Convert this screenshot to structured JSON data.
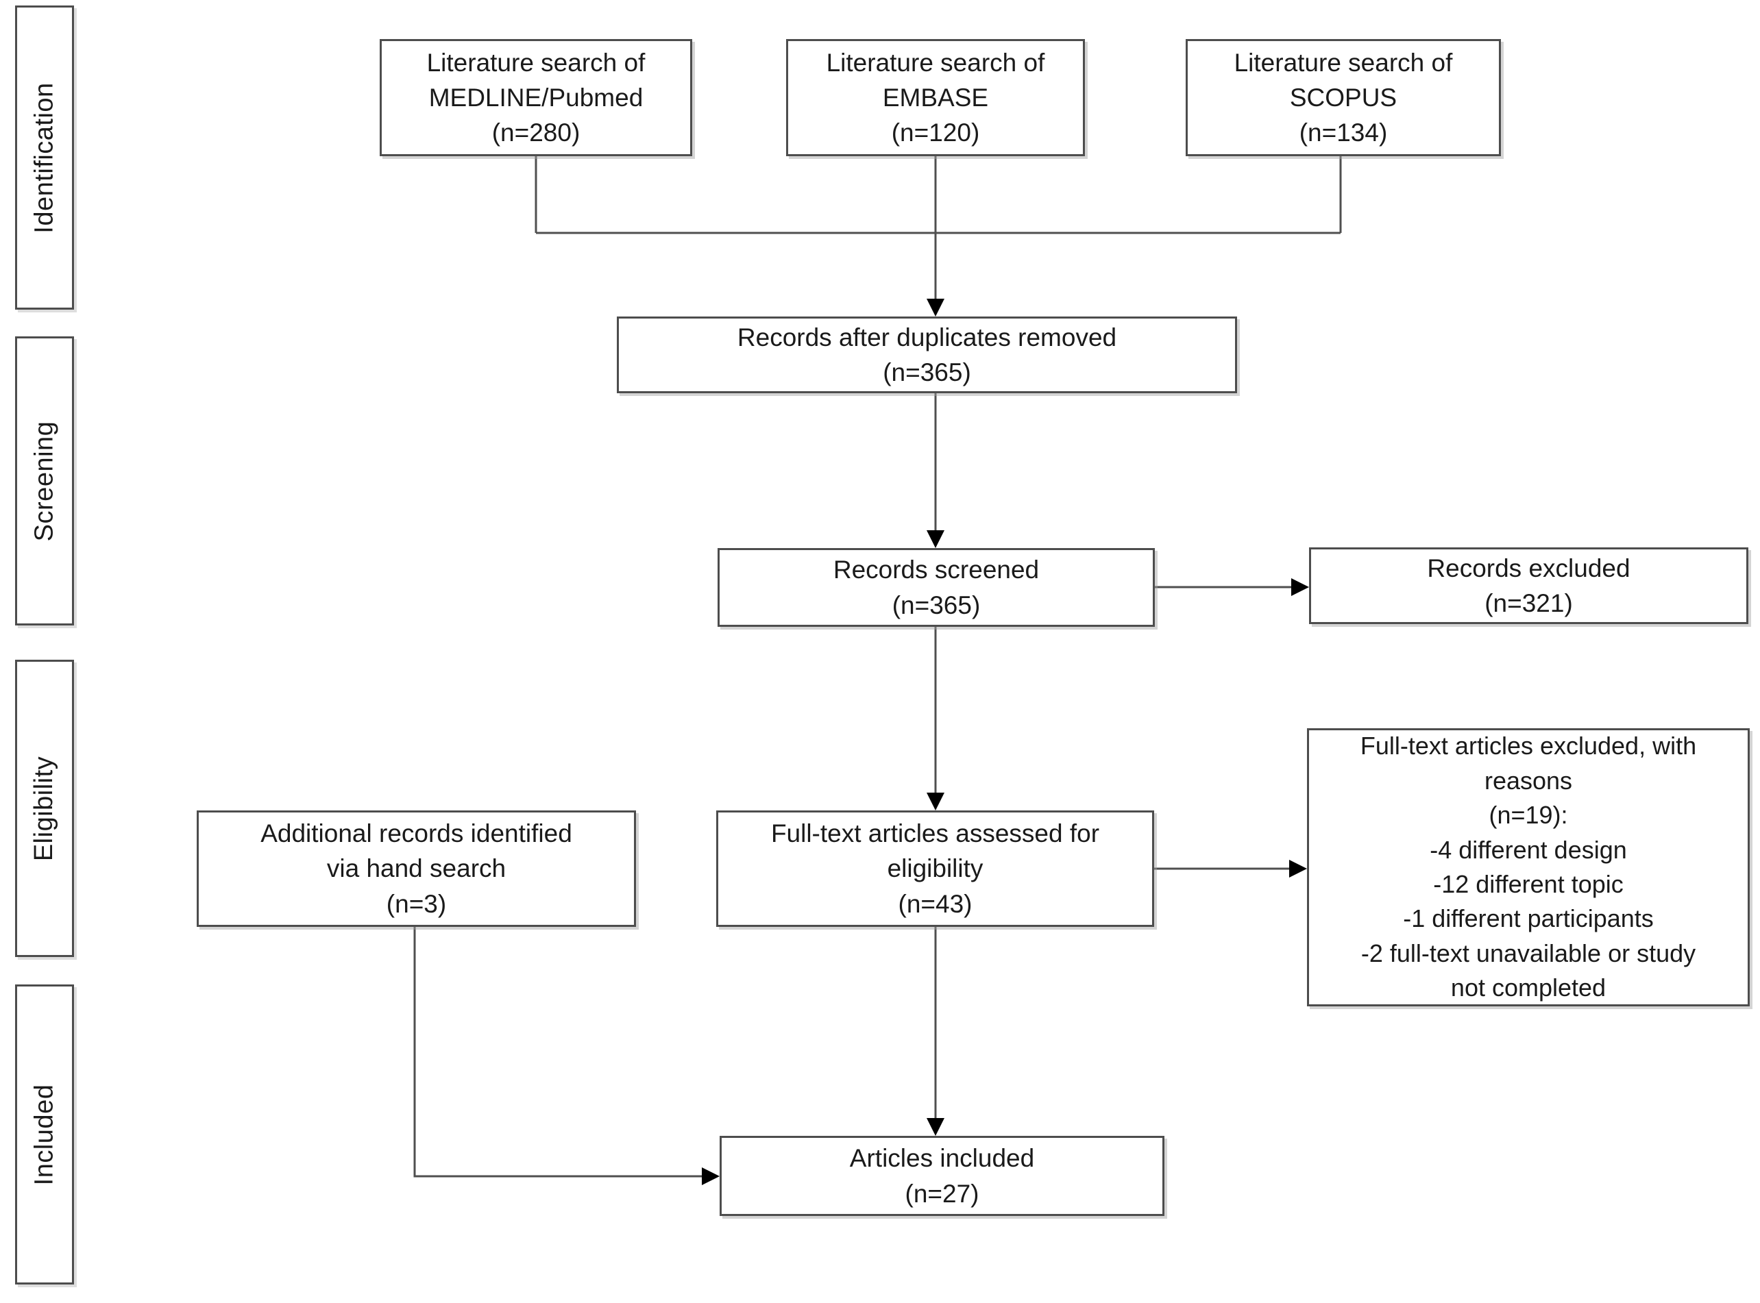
{
  "diagram": {
    "type": "prisma-flow",
    "stages": [
      {
        "label": "Identification"
      },
      {
        "label": "Screening"
      },
      {
        "label": "Eligibility"
      },
      {
        "label": "Included"
      }
    ],
    "nodes": {
      "medline": {
        "label": "Literature search of\nMEDLINE/Pubmed\n(n=280)"
      },
      "embase": {
        "label": "Literature search of\nEMBASE\n(n=120)"
      },
      "scopus": {
        "label": "Literature search of\nSCOPUS\n(n=134)"
      },
      "records_dup": {
        "label": "Records after duplicates removed\n(n=365)"
      },
      "records_screened": {
        "label": "Records screened\n(n=365)"
      },
      "records_excluded": {
        "label": "Records excluded\n(n=321)"
      },
      "fulltext_assessed": {
        "label": "Full-text articles assessed for\neligibility\n(n=43)"
      },
      "fulltext_excluded": {
        "label": "Full-text articles excluded, with\nreasons\n(n=19):\n-4 different design\n-12 different topic\n-1 different participants\n-2 full-text unavailable or study\nnot completed"
      },
      "additional": {
        "label": "Additional records identified\nvia hand search\n(n=3)"
      },
      "articles_included": {
        "label": "Articles included\n(n=27)"
      }
    },
    "counts": {
      "medline": 280,
      "embase": 120,
      "scopus": 134,
      "after_duplicates": 365,
      "screened": 365,
      "excluded": 321,
      "fulltext_assessed": 43,
      "fulltext_excluded": 19,
      "hand_search": 3,
      "included": 27
    },
    "exclusion_reasons": [
      {
        "n": 4,
        "reason": "different design"
      },
      {
        "n": 12,
        "reason": "different topic"
      },
      {
        "n": 1,
        "reason": "different participants"
      },
      {
        "n": 2,
        "reason": "full-text unavailable or study not completed"
      }
    ],
    "colors": {
      "background": "#ffffff",
      "box_border": "#4d4d4d",
      "connector_line": "#4f4f4f",
      "arrowhead": "#000000",
      "text": "#1a1a1a"
    }
  }
}
